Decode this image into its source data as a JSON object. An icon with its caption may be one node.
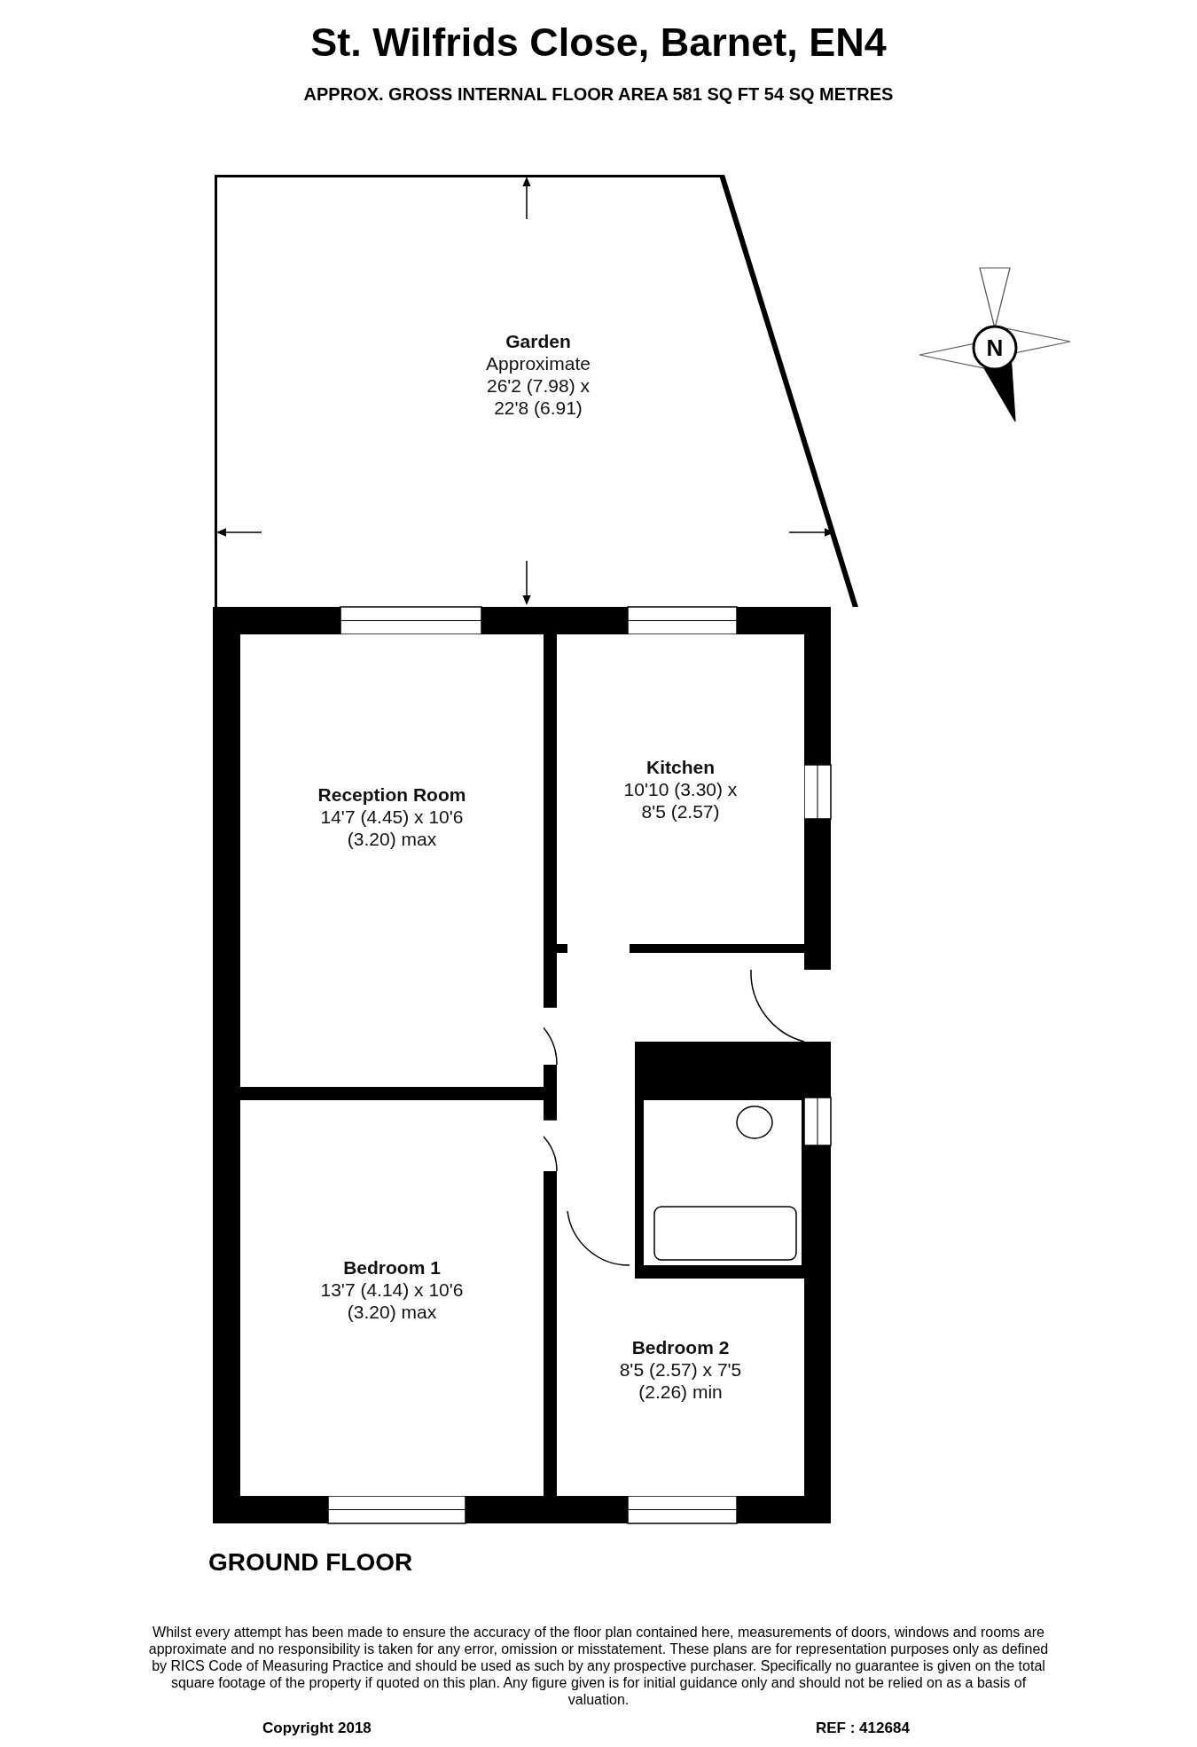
{
  "diagram": {
    "title": "St. Wilfrids Close, Barnet, EN4",
    "nodes": [
      {
        "text": [
          "Garden",
          "Approximate 26'2 (7.98) x 22'8 (6.91)"
        ]
      },
      {
        "text": [
          "Reception Room",
          "14'7 (4.45) x 10'6 (3.20) max"
        ]
      },
      {
        "text": [
          "Kitchen",
          "10'10 (3.30) x 8'5 (2.57)"
        ]
      },
      {
        "text": [
          "Bedroom 1",
          "13'7 (4.14) x 10'6 (3.20) max"
        ]
      },
      {
        "text": [
          "Bedroom 2",
          "8'5 (2.57) x 7'5 (2.26) min"
        ]
      }
    ],
    "edges": [],
    "labels": [
      "APPROX. GROSS INTERNAL FLOOR AREA 581 SQ FT 54 SQ METRES",
      "N",
      "GROUND FLOOR",
      "Whilst every attempt has been made to ensure the accuracy of the floor plan contained here, measurements of doors, windows and rooms are approximate and no responsibility is taken for any error, omission or misstatement. These plans are for representation purposes only as defined by RICS Code of Measuring Practice and should be used as such by any prospective purchaser. Specifically no guarantee is given on the total square footage of the property if quoted on this plan. Any figure given is for initial guidance only and should not be relied on as a basis of valuation.",
      "Copyright 2018",
      "REF : 412684"
    ]
  }
}
